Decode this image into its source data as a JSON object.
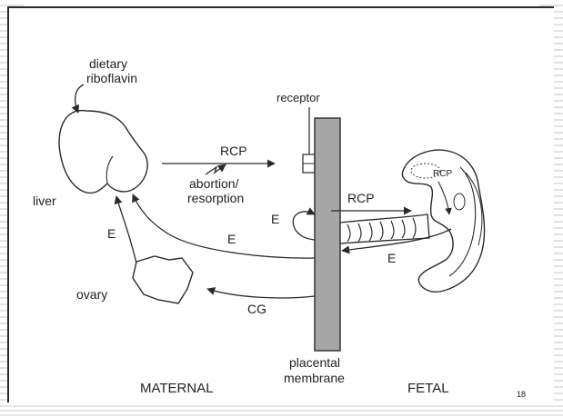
{
  "slide": {
    "page_number": "18"
  },
  "diagram": {
    "labels": {
      "dietary": "dietary",
      "riboflavin": "riboflavin",
      "receptor": "receptor",
      "rcp_top": "RCP",
      "abortion": "abortion/",
      "resorption": "resorption",
      "liver": "liver",
      "e_left": "E",
      "e_middle": "E",
      "e_loop": "E",
      "rcp_transfer": "RCP",
      "rcp_fetal": "RCP",
      "e_fetal": "E",
      "ovary": "ovary",
      "cg": "CG",
      "placental": "placental",
      "membrane": "membrane",
      "maternal": "MATERNAL",
      "fetal": "FETAL"
    }
  },
  "colors": {
    "membrane_fill": "#a6a6a6",
    "line": "#2a2a2a",
    "stripe": "#e2e2e2"
  }
}
